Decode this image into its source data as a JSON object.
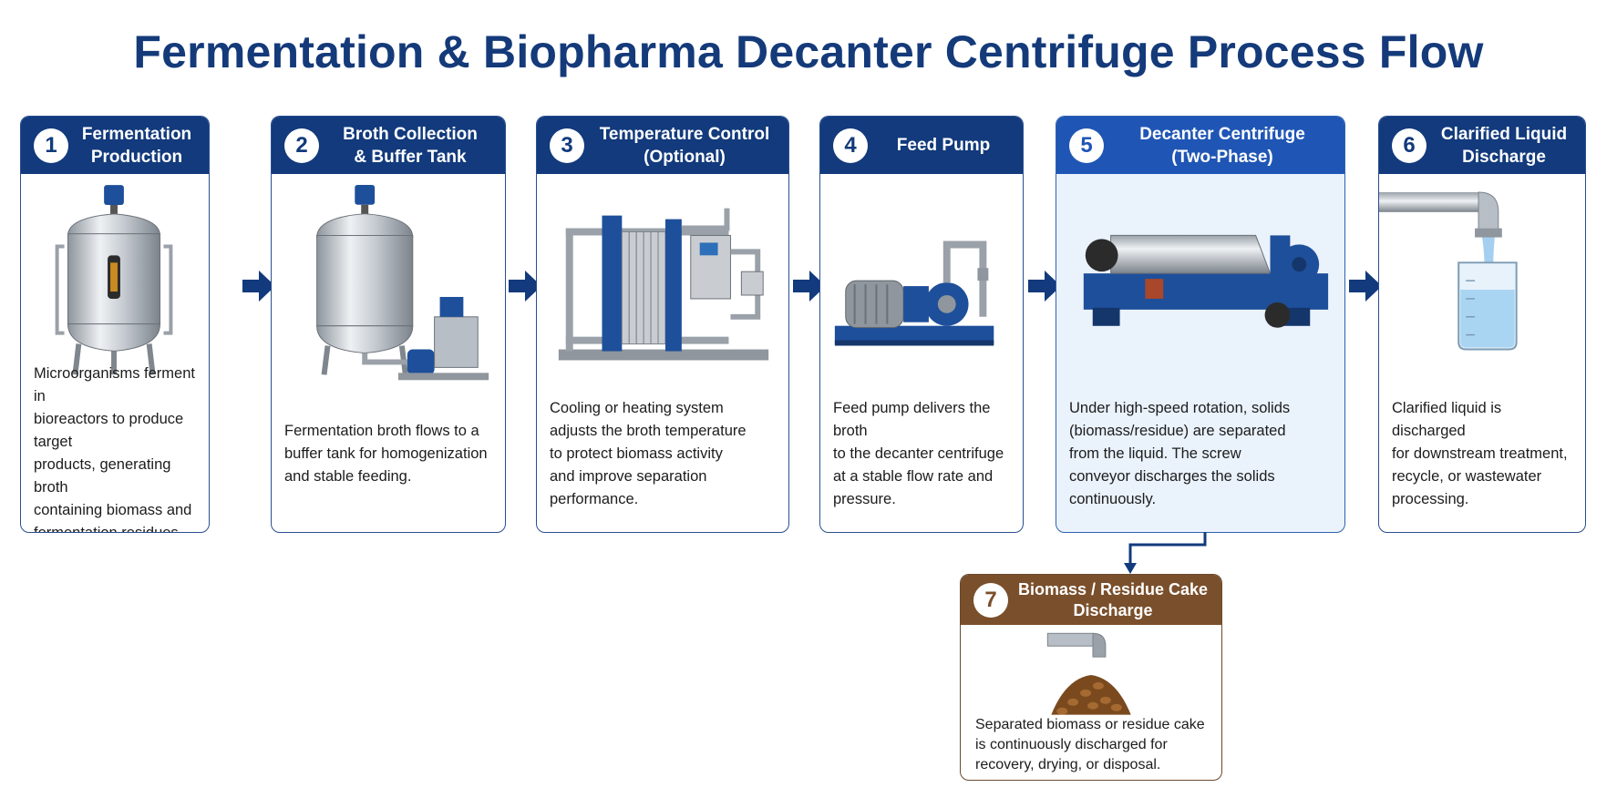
{
  "title": "Fermentation & Biopharma Decanter Centrifuge Process Flow",
  "steps": [
    {
      "number": "1",
      "title": "Fermentation\nProduction",
      "description": "Microorganisms ferment in\nbioreactors to produce target\nproducts, generating broth\ncontaining biomass and\nfermentation residues.",
      "icon": "bioreactor-icon"
    },
    {
      "number": "2",
      "title": "Broth Collection\n& Buffer Tank",
      "description": "Fermentation broth flows to a\nbuffer tank for homogenization\nand stable feeding.",
      "icon": "buffer-tank-icon"
    },
    {
      "number": "3",
      "title": "Temperature Control\n(Optional)",
      "description": "Cooling or heating system\nadjusts the broth temperature\nto protect biomass activity\nand improve separation\nperformance.",
      "icon": "heat-exchanger-icon"
    },
    {
      "number": "4",
      "title": "Feed Pump",
      "description": "Feed pump delivers the broth\nto the decanter centrifuge\nat a stable flow rate and\npressure.",
      "icon": "feed-pump-icon"
    },
    {
      "number": "5",
      "title": "Decanter Centrifuge\n(Two-Phase)",
      "description": "Under high-speed rotation, solids\n(biomass/residue) are separated\nfrom the liquid. The screw\nconveyor discharges the solids\ncontinuously.",
      "icon": "decanter-centrifuge-icon"
    },
    {
      "number": "6",
      "title": "Clarified Liquid\nDischarge",
      "description": "Clarified liquid is discharged\nfor downstream treatment,\nrecycle, or wastewater\nprocessing.",
      "icon": "beaker-icon"
    },
    {
      "number": "7",
      "title": "Biomass / Residue Cake\nDischarge",
      "description": "Separated biomass or residue cake\nis continuously discharged for\nrecovery, drying, or disposal.",
      "icon": "cake-pile-icon"
    }
  ],
  "colors": {
    "title": "#143a7a",
    "header": "#123a7c",
    "highlight_header": "#1f56b5",
    "highlight_bg": "#eaf2fc",
    "cake_header": "#7a4f2b",
    "arrow": "#123a7c"
  }
}
